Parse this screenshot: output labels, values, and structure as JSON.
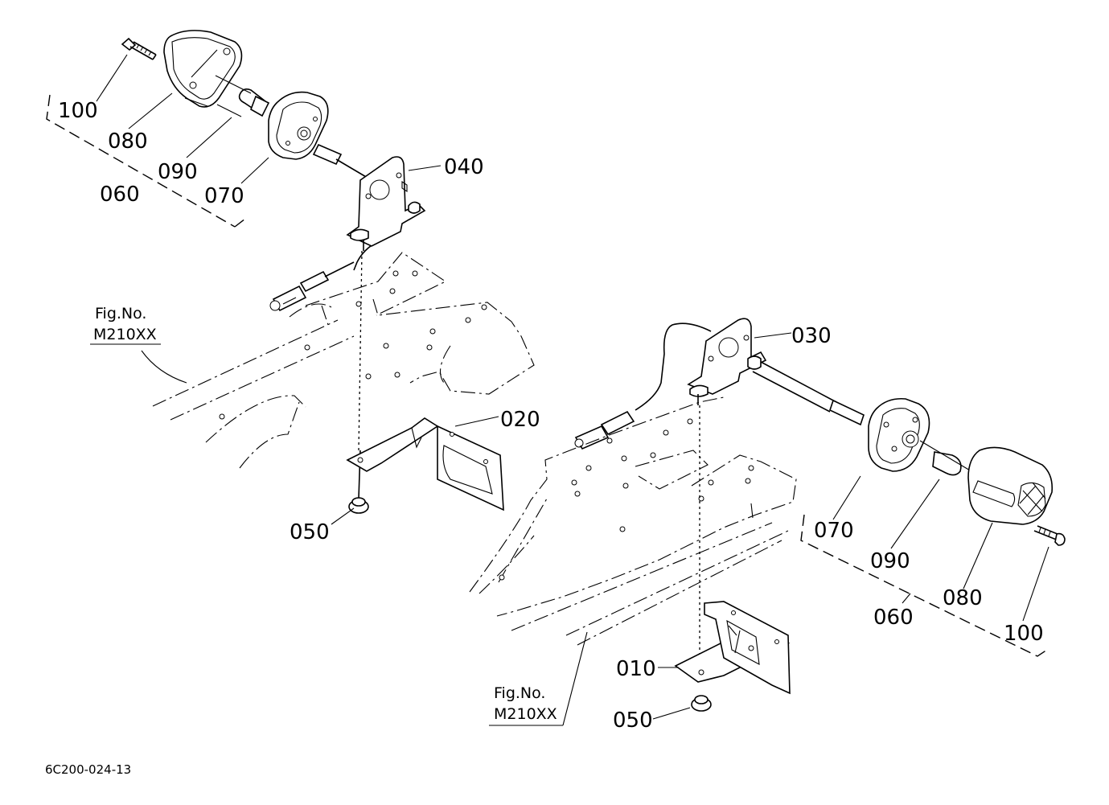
{
  "left_assembly": {
    "labels": {
      "screw": "100",
      "lens": "080",
      "bulb": "090",
      "socket_housing": "070",
      "set": "060",
      "bracket": "040",
      "stay": "020",
      "grommet": "050"
    },
    "fig_ref": {
      "line1": "Fig.No.",
      "line2": "M210XX"
    }
  },
  "right_assembly": {
    "labels": {
      "bracket": "030",
      "socket_housing": "070",
      "bulb": "090",
      "lens": "080",
      "set": "060",
      "screw": "100",
      "stay": "010",
      "grommet": "050"
    },
    "fig_ref": {
      "line1": "Fig.No.",
      "line2": "M210XX"
    }
  },
  "drawing_code": "6C200-024-13"
}
